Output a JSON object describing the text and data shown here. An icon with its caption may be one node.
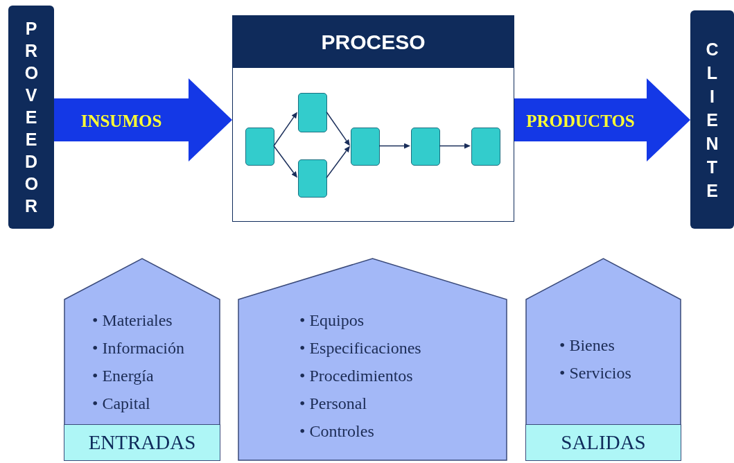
{
  "diagram": {
    "nodes": [
      {
        "text": [
          "PROVEEDOR"
        ]
      },
      {
        "text": [
          "PROCESO"
        ]
      },
      {
        "text": [],
        "shape": "box",
        "in": 1
      },
      {
        "text": [],
        "shape": "box",
        "in": 1
      },
      {
        "text": [],
        "shape": "box",
        "in": 1
      },
      {
        "text": [],
        "shape": "box",
        "in": 1
      },
      {
        "text": [],
        "shape": "box",
        "in": 1
      },
      {
        "text": [],
        "shape": "box",
        "in": 1
      },
      {
        "text": [
          "CLIENTE"
        ]
      },
      {
        "text": [
          "• Materiales",
          "• Información",
          "• Energía",
          "• Capital"
        ]
      },
      {
        "text": [
          "ENTRADAS"
        ],
        "in": 9
      },
      {
        "text": [
          "• Equipos",
          "• Especificaciones",
          "• Procedimientos",
          "• Personal",
          "• Controles"
        ]
      },
      {
        "text": [
          "• Bienes",
          "• Servicios"
        ]
      },
      {
        "text": [
          "SALIDAS"
        ],
        "in": 12
      }
    ],
    "edges": [
      {
        "from": 0,
        "to": 1,
        "arrow": "to",
        "label": "INSUMOS",
        "style": "thick",
        "color": "#1438e6"
      },
      {
        "from": 1,
        "to": 8,
        "arrow": "to",
        "label": "PRODUCTOS",
        "style": "thick",
        "color": "#1438e6"
      },
      {
        "from": 2,
        "to": 3,
        "arrow": "to"
      },
      {
        "from": 2,
        "to": 4,
        "arrow": "to"
      },
      {
        "from": 3,
        "to": 5,
        "arrow": "to"
      },
      {
        "from": 4,
        "to": 5,
        "arrow": "to"
      },
      {
        "from": 5,
        "to": 6,
        "arrow": "to"
      },
      {
        "from": 6,
        "to": 7,
        "arrow": "to"
      }
    ]
  }
}
